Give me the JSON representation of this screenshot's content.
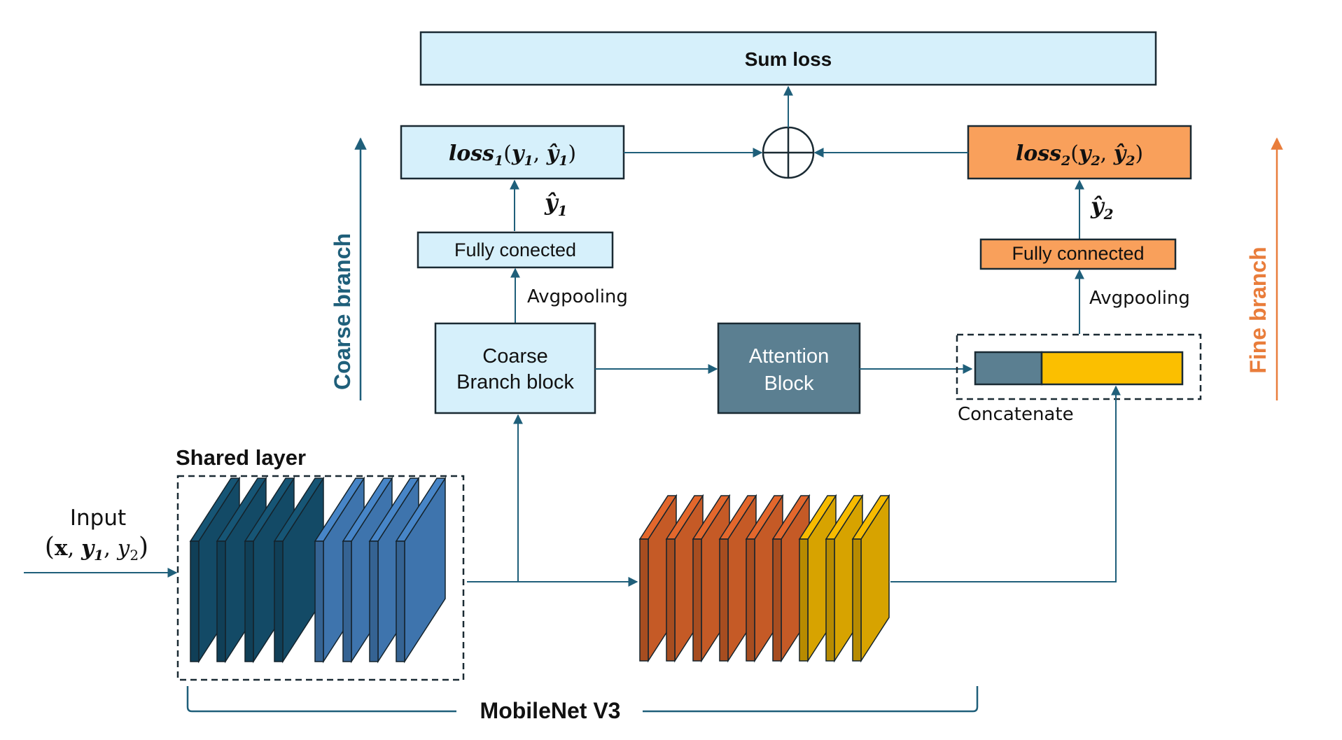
{
  "sum_loss": {
    "label": "Sum loss"
  },
  "loss1": {
    "name": "loss",
    "sub": "1",
    "y": "y",
    "yhat": "ŷ",
    "sub_y": "1"
  },
  "loss2": {
    "name": "loss",
    "sub": "2",
    "y": "y",
    "yhat": "ŷ",
    "sub_y": "2"
  },
  "y_hat1": {
    "sym": "ŷ",
    "sub": "1"
  },
  "y_hat2": {
    "sym": "ŷ",
    "sub": "2"
  },
  "coarse": {
    "branch_label": "Coarse branch",
    "fc_label": "Fully conected",
    "avgpool_label": "Avgpooling",
    "block_line1": "Coarse",
    "block_line2": "Branch block"
  },
  "fine": {
    "branch_label": "Fine branch",
    "fc_label": "Fully connected",
    "avgpool_label": "Avgpooling",
    "concat_label": "Concatenate"
  },
  "attention": {
    "line1": "Attention",
    "line2": "Block"
  },
  "shared": {
    "title": "Shared layer"
  },
  "input": {
    "label": "Input",
    "x": "x",
    "y1": "y",
    "y1_sub": "1",
    "y2": "y",
    "y2_sub": "2"
  },
  "backbone": {
    "label": "MobileNet V3"
  },
  "colors": {
    "light_blue_box": "#d6f0fb",
    "orange_box": "#f9a05b",
    "attention_fill": "#5b7f91",
    "arrow": "#1f5f7a",
    "coarse_text": "#1f5f7a",
    "fine_text": "#e97d3b",
    "dark_layer": "#134a66",
    "mid_layer": "#3e74ad",
    "orange_layer": "#c55a26",
    "yellow_layer": "#d7a300",
    "concat_gray": "#5b7f91",
    "concat_yellow": "#fbbf00"
  }
}
